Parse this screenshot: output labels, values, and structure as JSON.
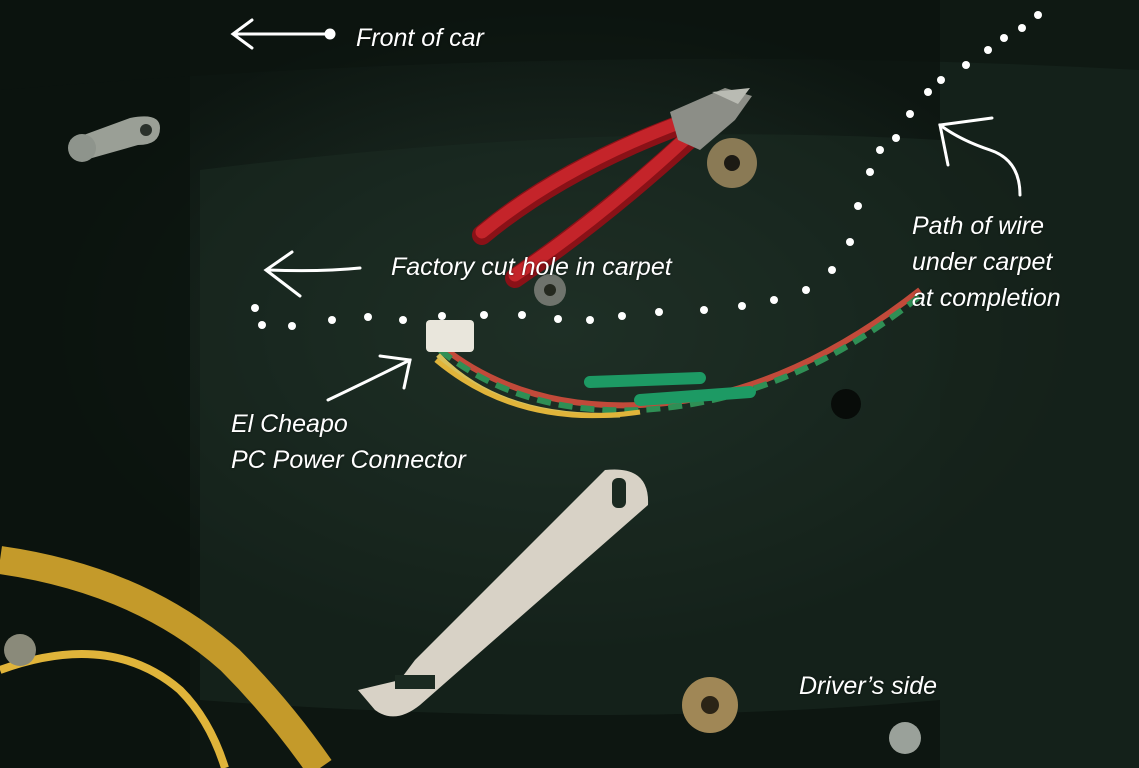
{
  "annotations": {
    "front": "Front of car",
    "hole": "Factory cut hole in carpet",
    "path_lines": [
      "Path of wire",
      "under carpet",
      "at completion"
    ],
    "connector_lines": [
      "El Cheapo",
      "PC Power Connector"
    ],
    "driver": "Driver’s side"
  },
  "colors": {
    "carpet": "#1b2a21",
    "annotation": "#ffffff",
    "plier_handle": "#c4242a",
    "cable_yellow": "#e0b43a"
  }
}
